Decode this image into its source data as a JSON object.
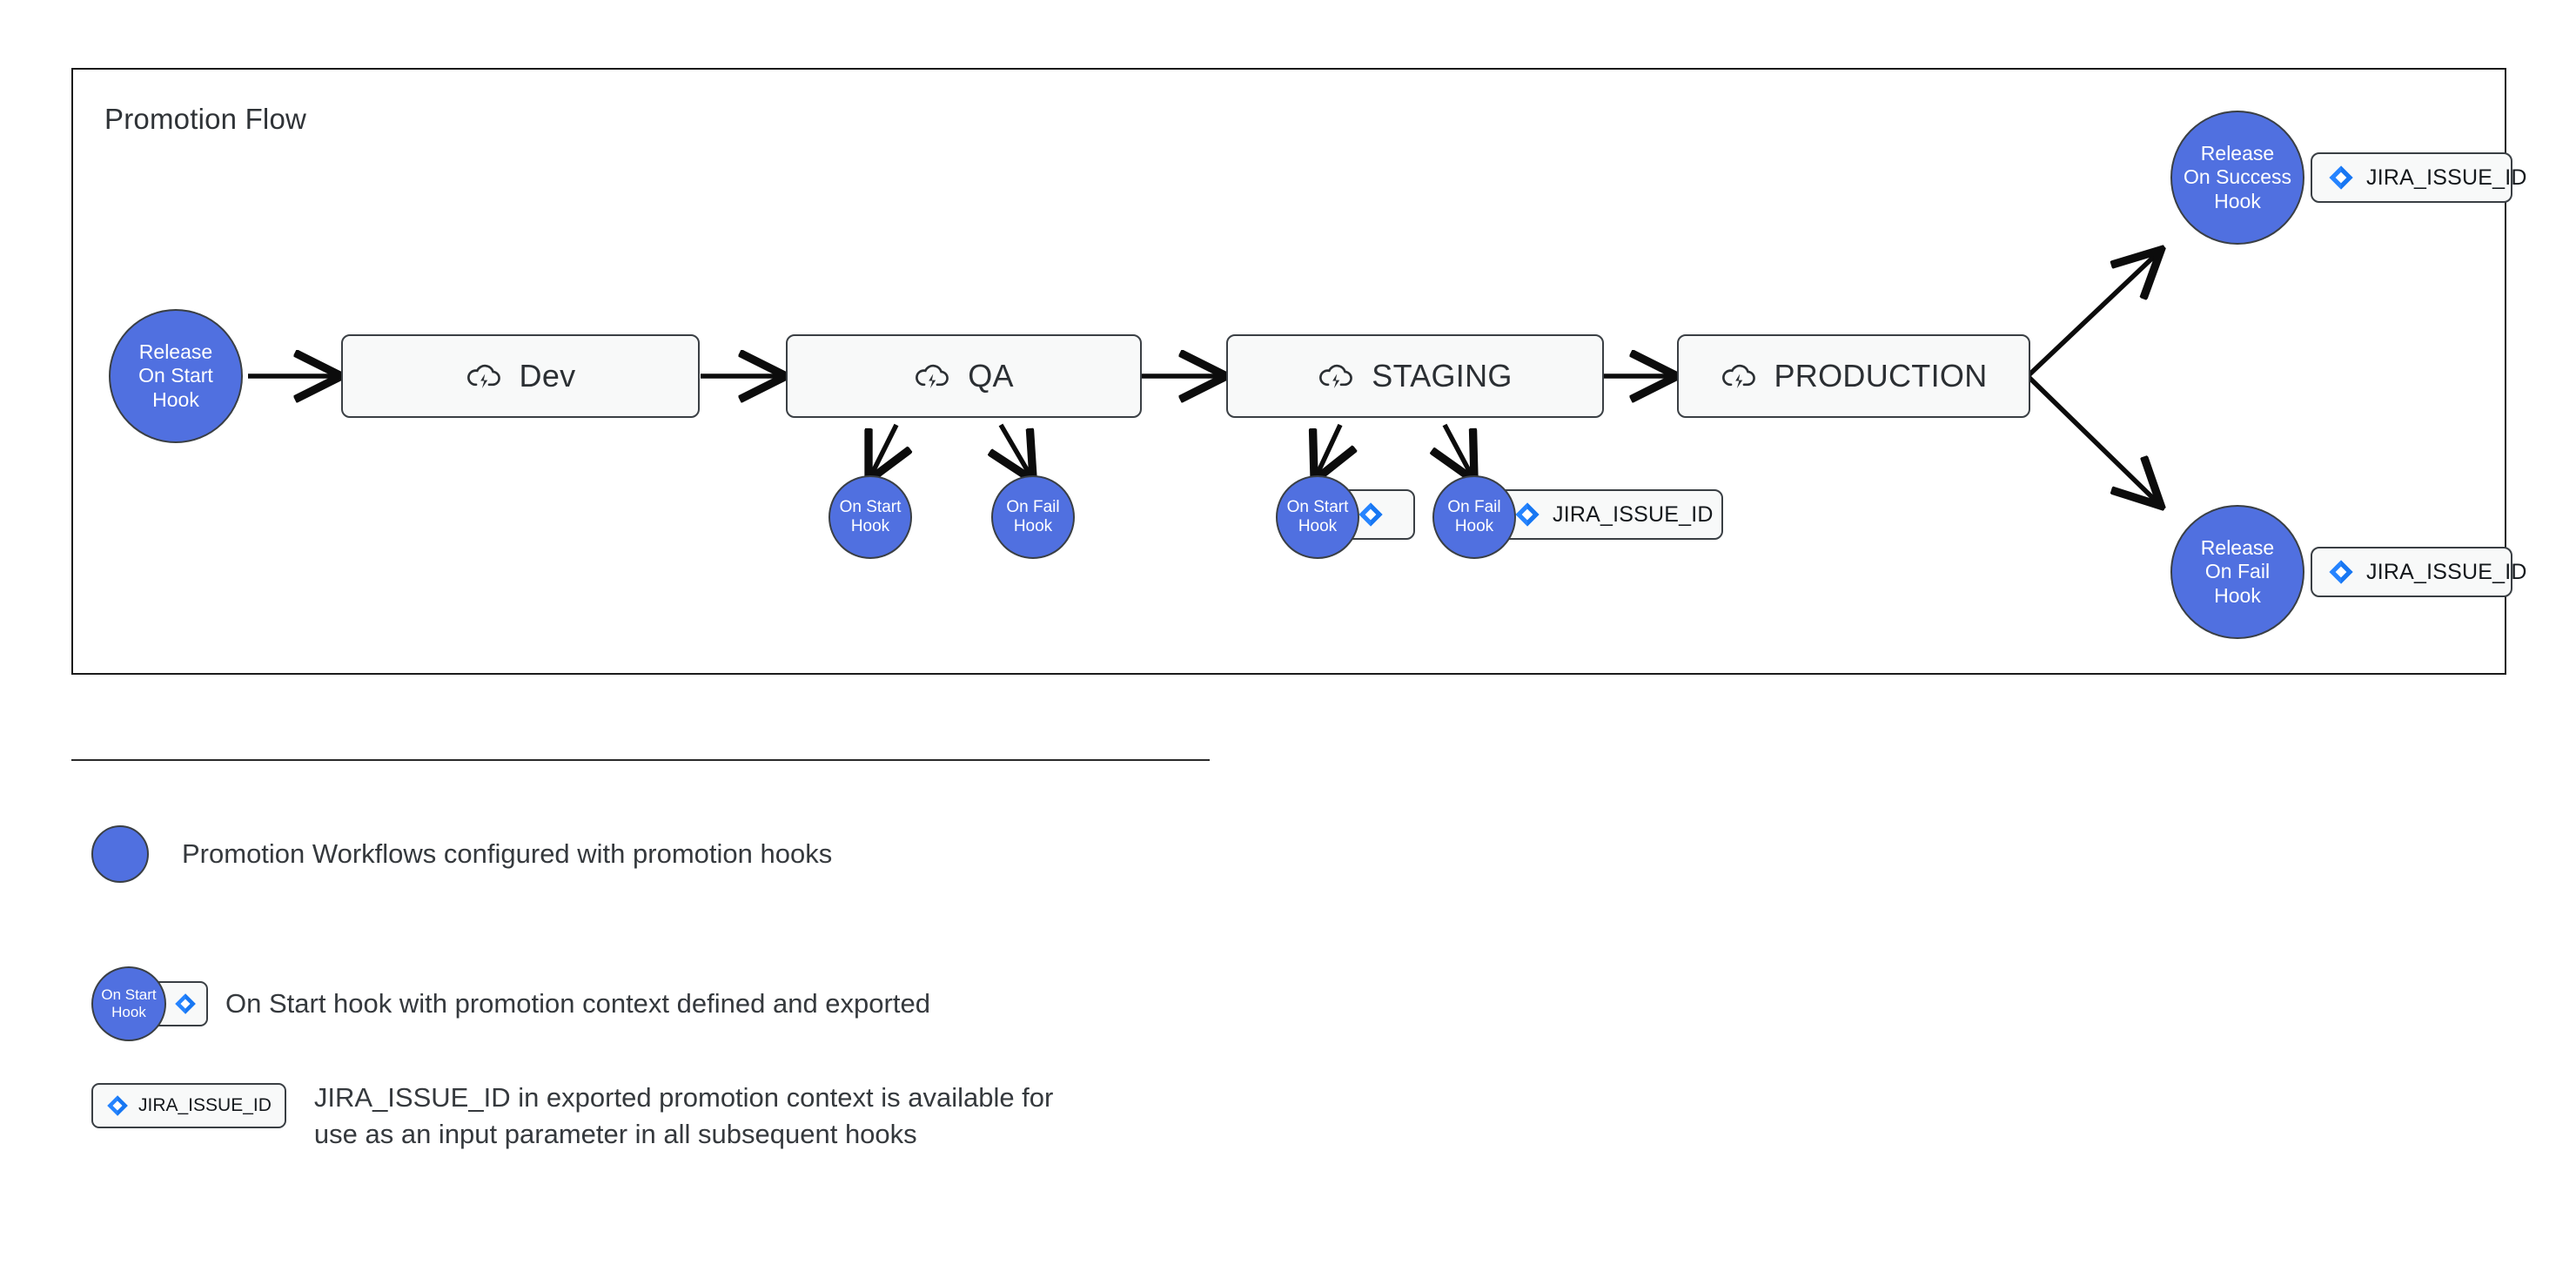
{
  "panel": {
    "title": "Promotion Flow"
  },
  "flow": {
    "start_hook": {
      "lines": [
        "Release",
        "On Start",
        "Hook"
      ]
    },
    "stages": [
      {
        "label": "Dev",
        "icon": "cloud-lightning-icon"
      },
      {
        "label": "QA",
        "icon": "cloud-lightning-icon"
      },
      {
        "label": "STAGING",
        "icon": "cloud-lightning-icon"
      },
      {
        "label": "PRODUCTION",
        "icon": "cloud-lightning-icon"
      }
    ],
    "qa_hooks": [
      {
        "lines": [
          "On Start",
          "Hook"
        ],
        "chip": null
      },
      {
        "lines": [
          "On Fail",
          "Hook"
        ],
        "chip": null
      }
    ],
    "staging_hooks": [
      {
        "lines": [
          "On Start",
          "Hook"
        ],
        "chip": ""
      },
      {
        "lines": [
          "On Fail",
          "Hook"
        ],
        "chip": "JIRA_ISSUE_ID"
      }
    ],
    "success_hook": {
      "lines": [
        "Release",
        "On Success",
        "Hook"
      ],
      "chip": "JIRA_ISSUE_ID"
    },
    "fail_hook": {
      "lines": [
        "Release",
        "On Fail",
        "Hook"
      ],
      "chip": "JIRA_ISSUE_ID"
    }
  },
  "legend": {
    "items": [
      {
        "type": "circle",
        "text": "Promotion Workflows configured with promotion hooks"
      },
      {
        "type": "hook-with-chip",
        "hook_lines": [
          "On Start",
          "Hook"
        ],
        "chip_text": "",
        "text": "On Start hook with promotion context defined and exported"
      },
      {
        "type": "chip",
        "chip_text": "JIRA_ISSUE_ID",
        "text": "JIRA_ISSUE_ID in exported promotion context is available for use as an input parameter in all subsequent hooks"
      }
    ]
  },
  "colors": {
    "hook_blue": "#5070e0",
    "stroke": "#3a3f44",
    "box_fill": "#f8f9f9",
    "jira_blue": "#2684ff",
    "jira_blue_dark": "#0052cc"
  }
}
